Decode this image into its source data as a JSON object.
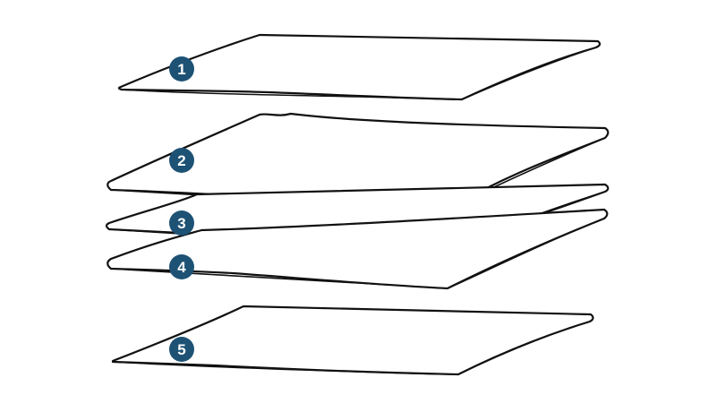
{
  "colors": {
    "badge": "#1d5275",
    "stroke": "#111111",
    "background": "#ffffff"
  },
  "layers": [
    {
      "label": "1"
    },
    {
      "label": "2"
    },
    {
      "label": "3"
    },
    {
      "label": "4"
    },
    {
      "label": "5"
    }
  ]
}
